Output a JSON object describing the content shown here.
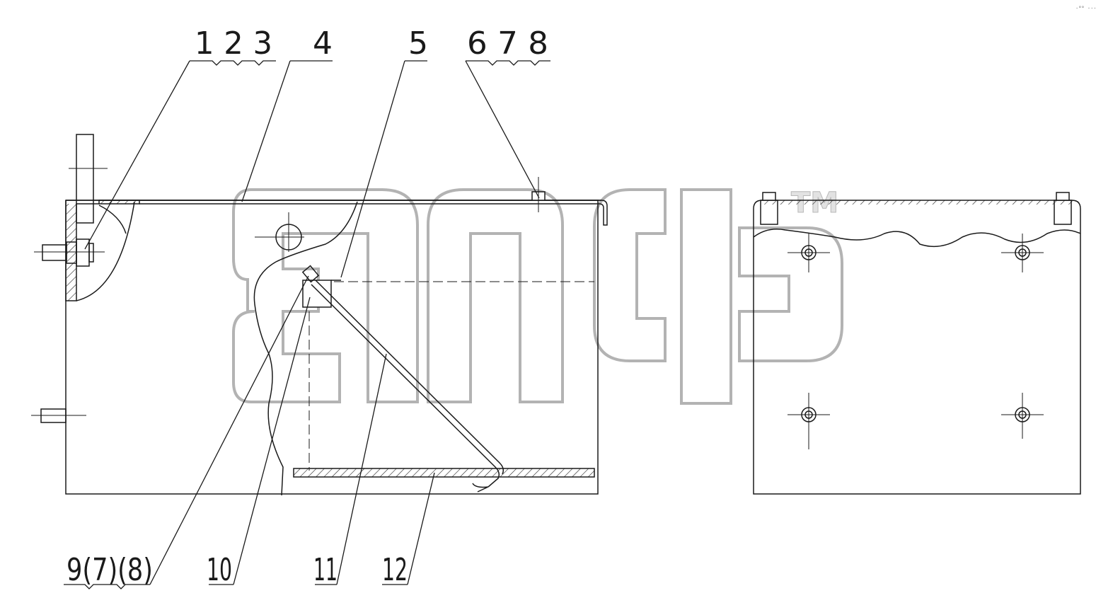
{
  "callouts_top": [
    {
      "id": "c123",
      "text": "1 2 3"
    },
    {
      "id": "c4",
      "text": "4"
    },
    {
      "id": "c5",
      "text": "5"
    },
    {
      "id": "c678",
      "text": "6 7 8"
    }
  ],
  "callouts_bottom": [
    {
      "id": "c9",
      "text": "9(7)(8)"
    },
    {
      "id": "c10",
      "text": "10"
    },
    {
      "id": "c11",
      "text": "11"
    },
    {
      "id": "c12",
      "text": "12"
    }
  ],
  "watermark": {
    "trademark": "TM"
  },
  "corner_mark": "·°° ···"
}
